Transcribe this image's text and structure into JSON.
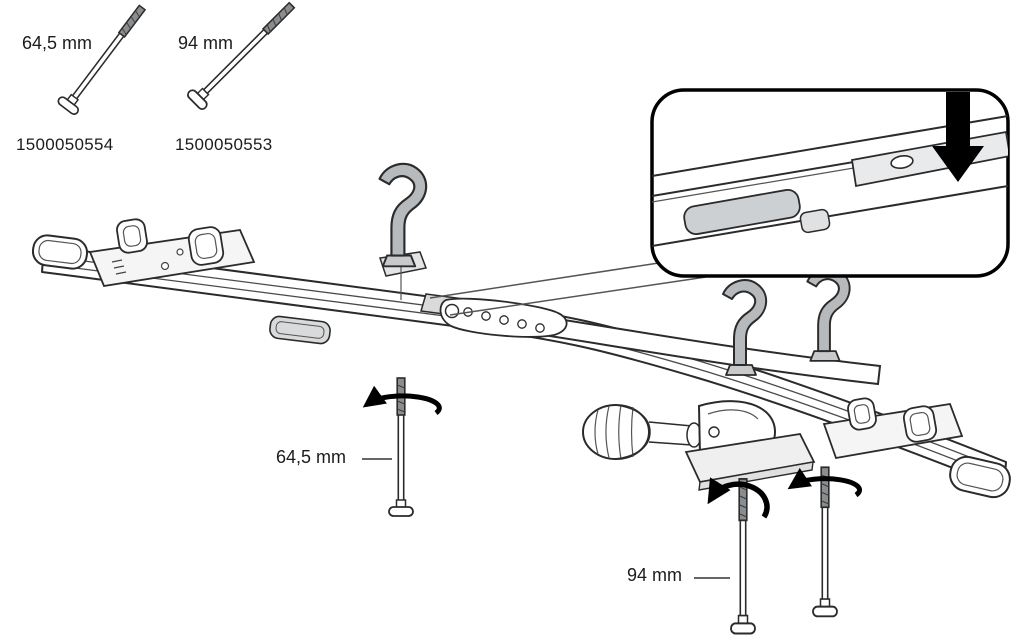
{
  "page": {
    "background": "#ffffff"
  },
  "legend": {
    "items": [
      {
        "length": "64,5 mm",
        "part_number": "1500050554"
      },
      {
        "length": "94 mm",
        "part_number": "1500050553"
      }
    ]
  },
  "annotations": {
    "center_screw": {
      "label": "64,5 mm"
    },
    "right_screw": {
      "label": "94 mm"
    }
  },
  "colors": {
    "line": "#2b2b2b",
    "claw_gray": "#b7babd",
    "plate_gray": "#cdd0d2",
    "arrow_black": "#000000"
  }
}
